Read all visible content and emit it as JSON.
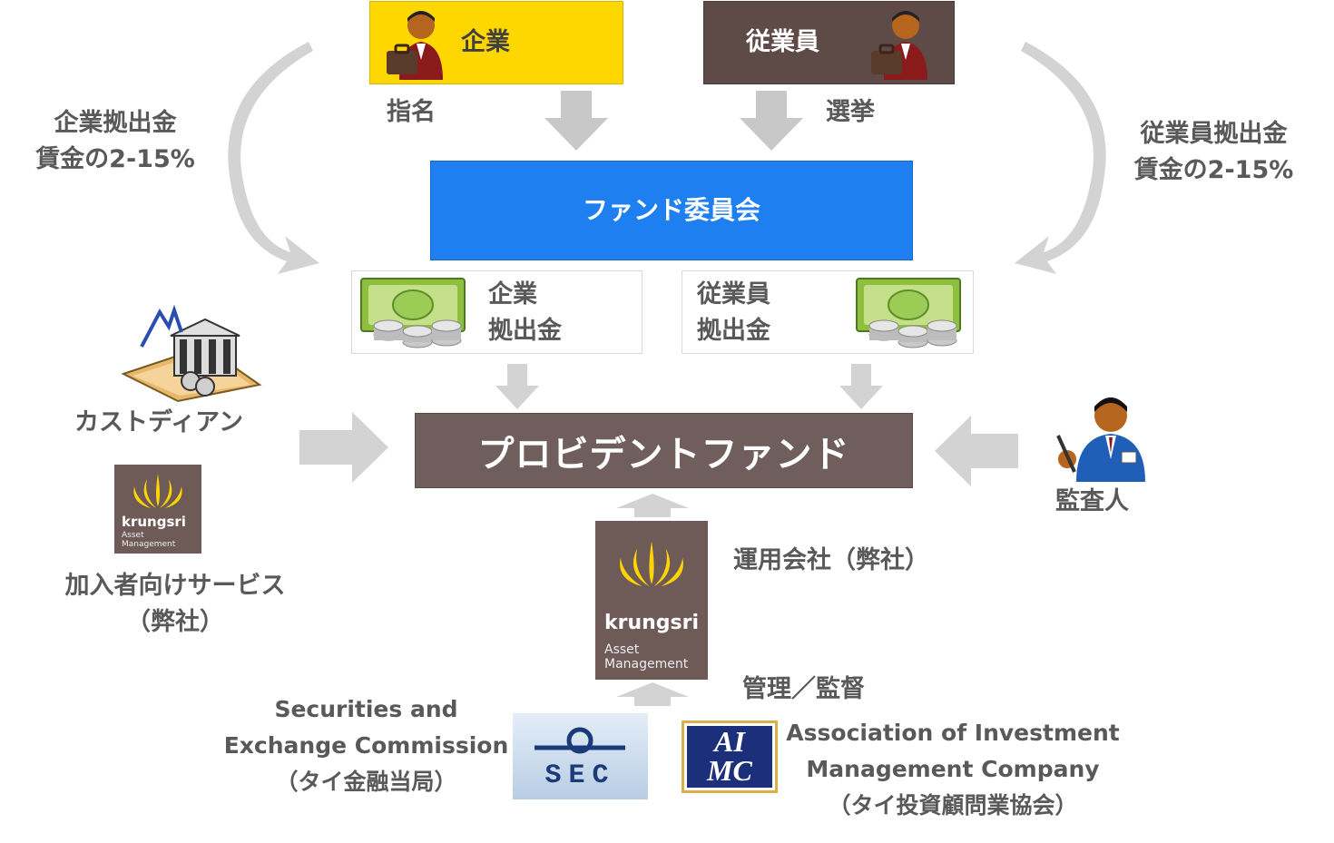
{
  "top": {
    "company_label": "企業",
    "employee_label": "従業員",
    "nominate_label": "指名",
    "elect_label": "選挙"
  },
  "left_contribution": {
    "line1": "企業拠出金",
    "line2": "賃金の2-15%"
  },
  "right_contribution": {
    "line1": "従業員拠出金",
    "line2": "賃金の2-15%"
  },
  "committee_label": "ファンド委員会",
  "contrib_company": {
    "line1": "企業",
    "line2": "拠出金"
  },
  "contrib_employee": {
    "line1": "従業員",
    "line2": "拠出金"
  },
  "provident_fund_label": "プロビデントファンド",
  "custodian_label": "カストディアン",
  "auditor_label": "監査人",
  "member_services": {
    "line1": "加入者向けサービス",
    "line2": "（弊社）"
  },
  "manager_label": "運用会社（弊社）",
  "supervision_label": "管理／監督",
  "krungsri": {
    "name": "krungsri",
    "sub1": "Asset",
    "sub2": "Management"
  },
  "sec": {
    "logo_text": "SEC",
    "line1": "Securities and",
    "line2": "Exchange Commission",
    "line3": "（タイ金融当局）"
  },
  "aimc": {
    "logo_line1": "AI",
    "logo_line2": "MC",
    "line1": "Association of Investment",
    "line2": "Management Company",
    "line3": "（タイ投資顧問業協会）"
  },
  "colors": {
    "company_yellow": "#FFD700",
    "employee_brown": "#5E4A47",
    "committee_blue": "#1E7FF0",
    "fund_brown": "#6F5E5B",
    "krungsri_brown": "#6E5B57",
    "krungsri_yellow": "#FFD400",
    "arrow_gray": "#C8C8C8"
  }
}
